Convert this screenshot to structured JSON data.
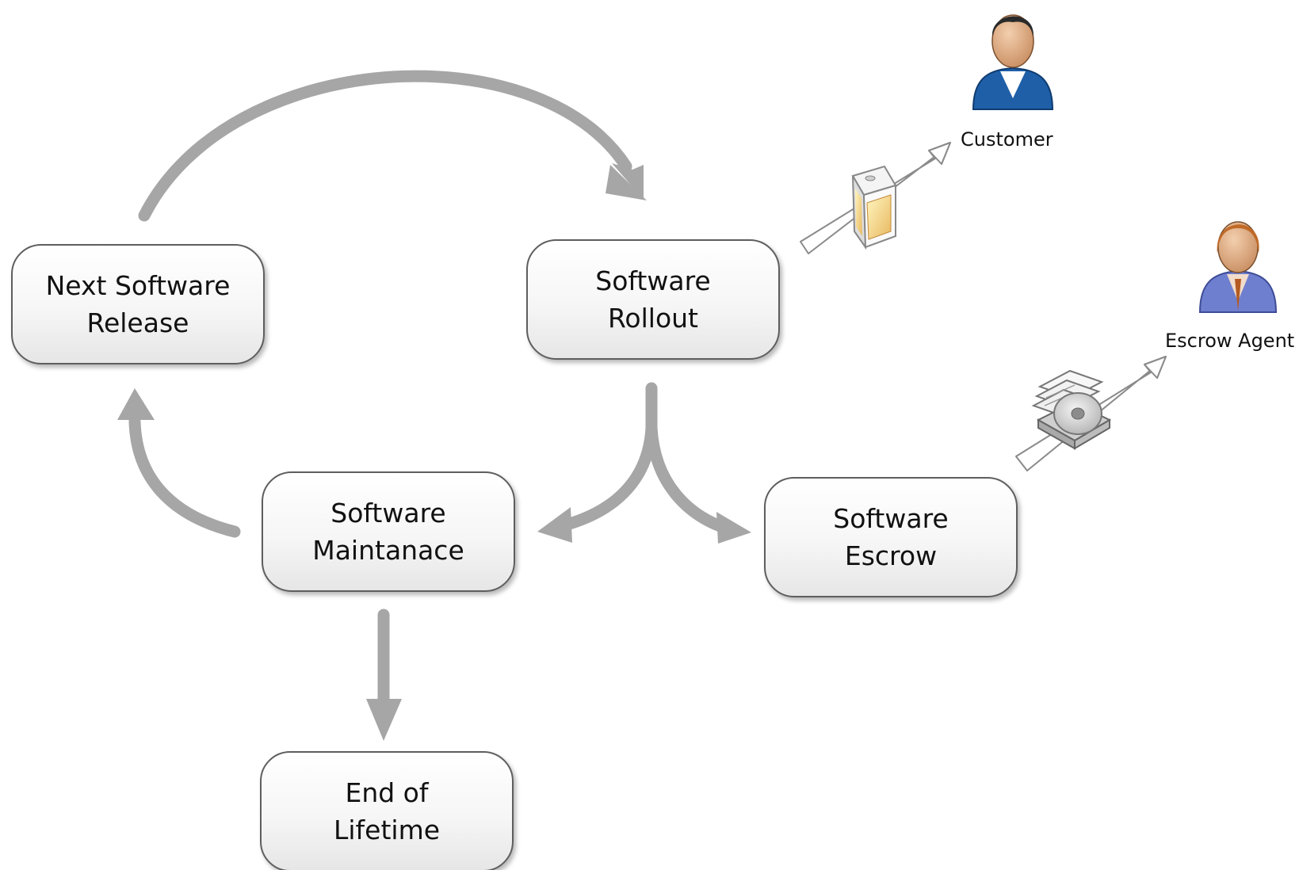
{
  "nodes": {
    "next_release": "Next Software\nRelease",
    "rollout": "Software\nRollout",
    "maintenance": "Software\nMaintanace",
    "escrow": "Software\nEscrow",
    "end_of_lifetime": "End of\nLifetime"
  },
  "actors": {
    "customer": "Customer",
    "escrow_agent": "Escrow Agent"
  },
  "colors": {
    "arrow": "#a6a6a6",
    "box_border": "#5e5e5e",
    "customer_shirt": "#1f5fa8",
    "agent_shirt": "#6f7fcf"
  },
  "icons": {
    "delivery_package": "software-package-icon",
    "escrow_bundle": "disc-and-documents-icon",
    "customer": "customer-user-icon",
    "escrow_agent": "escrow-agent-user-icon"
  }
}
